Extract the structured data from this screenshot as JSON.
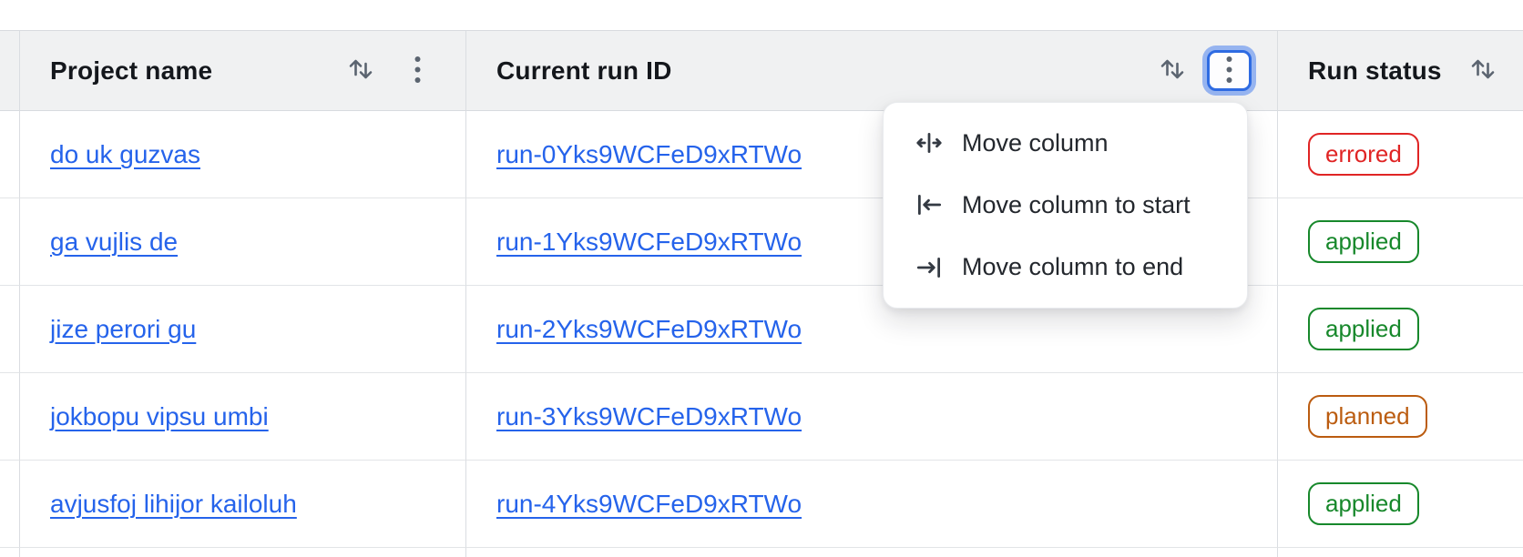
{
  "table": {
    "header": {
      "columns": [
        {
          "id": "project-name",
          "label": "Project name",
          "sort_icon": "sort-arrows-icon",
          "menu_icon": "kebab-icon"
        },
        {
          "id": "current-run-id",
          "label": "Current run ID",
          "sort_icon": "sort-arrows-icon",
          "menu_icon": "kebab-icon",
          "menu_button_state": "focused"
        },
        {
          "id": "run-status",
          "label": "Run status",
          "sort_icon": "sort-arrows-icon"
        }
      ]
    },
    "rows": [
      {
        "project_name": "do uk guzvas",
        "run_id": "run-0Yks9WCFeD9xRTWo",
        "status": "errored"
      },
      {
        "project_name": "ga vujlis de",
        "run_id": "run-1Yks9WCFeD9xRTWo",
        "status": "applied"
      },
      {
        "project_name": "jize perori gu",
        "run_id": "run-2Yks9WCFeD9xRTWo",
        "status": "applied"
      },
      {
        "project_name": "jokbopu vipsu umbi",
        "run_id": "run-3Yks9WCFeD9xRTWo",
        "status": "planned"
      },
      {
        "project_name": "avjusfoj lihijor kailoluh",
        "run_id": "run-4Yks9WCFeD9xRTWo",
        "status": "applied"
      }
    ]
  },
  "column_menu": {
    "anchor_column": "Current run ID",
    "items": [
      {
        "label": "Move column",
        "icon": "move-column-icon"
      },
      {
        "label": "Move column to start",
        "icon": "move-column-to-start-icon"
      },
      {
        "label": "Move column to end",
        "icon": "move-column-to-end-icon"
      }
    ]
  },
  "colors": {
    "header_bg": "#f0f1f2",
    "border": "#dadde1",
    "link_blue": "#2563eb",
    "focus_ring_blue": "#2e6be2",
    "icon_gray": "#5b6470",
    "status_errored": "#e02424",
    "status_applied": "#17882b",
    "status_planned": "#bb5c10"
  }
}
